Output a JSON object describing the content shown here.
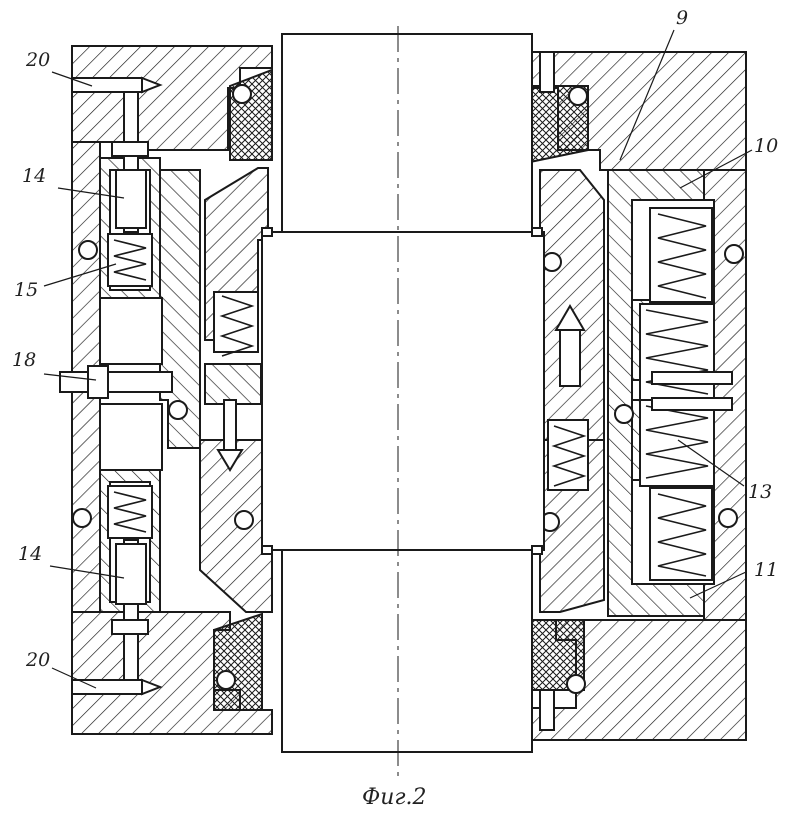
{
  "figure": {
    "caption": "Фиг.2",
    "labels": {
      "l9": "9",
      "l10": "10",
      "l11": "11",
      "l13": "13",
      "l14_top": "14",
      "l14_bottom": "14",
      "l15": "15",
      "l18": "18",
      "l20_top": "20",
      "l20_bottom": "20"
    }
  }
}
